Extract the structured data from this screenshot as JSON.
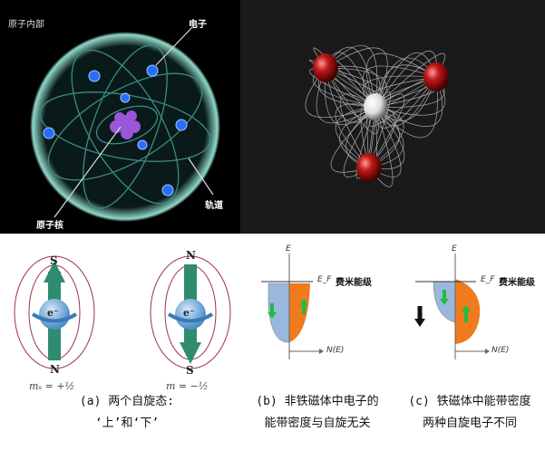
{
  "atom_panel": {
    "title": "原子内部",
    "electron_label": "电子",
    "orbit_label": "轨道",
    "nucleus_label": "原子核"
  },
  "panel_a": {
    "top_pole_up": "S",
    "bottom_pole_up": "N",
    "top_pole_down": "N",
    "bottom_pole_down": "S",
    "electron": "e⁻",
    "ms_up": "mₛ = +½",
    "ms_down": "m = −½",
    "caption_line1": "(a) 两个自旋态:",
    "caption_line2": "‘上’和‘下’"
  },
  "panel_b": {
    "y_axis": "E",
    "x_axis": "N(E)",
    "fermi": "E_F",
    "fermi_label": "费米能级",
    "caption_line1": "(b) 非铁磁体中电子的",
    "caption_line2": "能带密度与自旋无关"
  },
  "panel_c": {
    "y_axis": "E",
    "x_axis": "N(E)",
    "fermi": "E_F",
    "fermi_label": "费米能级",
    "caption_line1": "(c) 铁磁体中能带密度",
    "caption_line2": "两种自旋电子不同"
  },
  "colors": {
    "spin_down": "#9ab8dc",
    "spin_up": "#f07a1e",
    "arrow": "#22bb44",
    "spin_axis": "#2f8c70",
    "field_line": "#a03050"
  }
}
